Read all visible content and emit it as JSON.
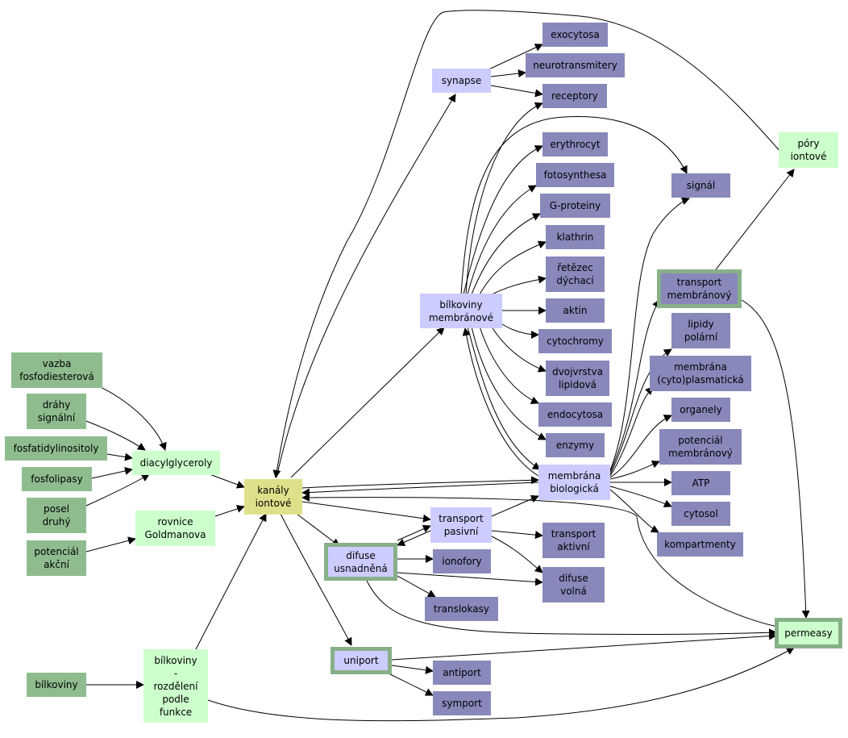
{
  "colors": {
    "dark_green": "#8fbc8f",
    "light_green": "#ccffcc",
    "yellow": "#e0e08a",
    "light_violet": "#ccccff",
    "dark_violet": "#8888bb",
    "highlight_border": "#88b088"
  },
  "nodes": {
    "vazba": "vazba\nfosfodiesterová",
    "drahy": "dráhy\nsignální",
    "fosfatidyl": "fosfatidylinositoly",
    "fosfolipasy": "fosfolipasy",
    "posel": "posel\ndruhý",
    "potencial_akcni": "potenciál\nakční",
    "bilkoviny": "bílkoviny",
    "diacylglyceroly": "diacylglyceroly",
    "rovnice": "rovnice\nGoldmanova",
    "bilk_rozdeleni": "bílkoviny\n-\nrozdělení\npodle\nfunkce",
    "kanaly": "kanály\niontové",
    "synapse": "synapse",
    "bilk_membranove": "bílkoviny\nmembránové",
    "transport_pasivni": "transport\npasivní",
    "difuse_usnadnena": "difuse\nusnadněná",
    "uniport": "uniport",
    "exocytosa": "exocytosa",
    "neurotransmitery": "neurotransmitery",
    "receptory": "receptory",
    "erythrocyt": "erythrocyt",
    "fotosynthesa": "fotosynthesa",
    "g_proteiny": "G-proteiny",
    "klathrin": "klathrin",
    "retezec": "řetězec\ndýchací",
    "aktin": "aktin",
    "cytochromy": "cytochromy",
    "dvojvrstva": "dvojvrstva\nlipidová",
    "endocytosa": "endocytosa",
    "enzymy": "enzymy",
    "membrana_biologicka": "membrána\nbiologická",
    "transport_aktivni": "transport\naktivní",
    "ionofory": "ionofory",
    "difuse_volna": "difuse\nvolná",
    "translokasy": "translokasy",
    "antiport": "antiport",
    "symport": "symport",
    "signal": "signál",
    "transport_membranovy": "transport\nmembránový",
    "lipidy_polarni": "lipidy\npolární",
    "membrana_cyto": "membrána\n(cyto)plasmatická",
    "organely": "organely",
    "potencial_membranovy": "potenciál\nmembránový",
    "atp": "ATP",
    "cytosol": "cytosol",
    "kompartmenty": "kompartmenty",
    "pory": "póry\niontové",
    "permeasy": "permeasy"
  }
}
